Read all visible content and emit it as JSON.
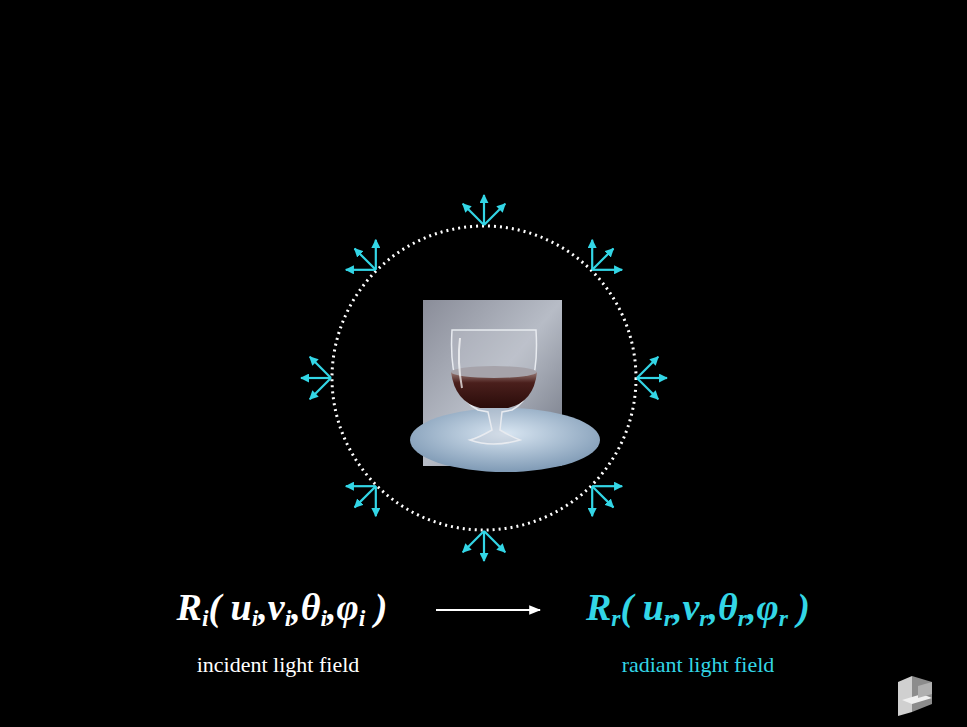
{
  "diagram": {
    "labels": [
      "Ri( ui,vi,θi,φi )",
      "incident light field",
      "Rr( ur,vr,θr,φr )",
      "radiant light field"
    ]
  }
}
